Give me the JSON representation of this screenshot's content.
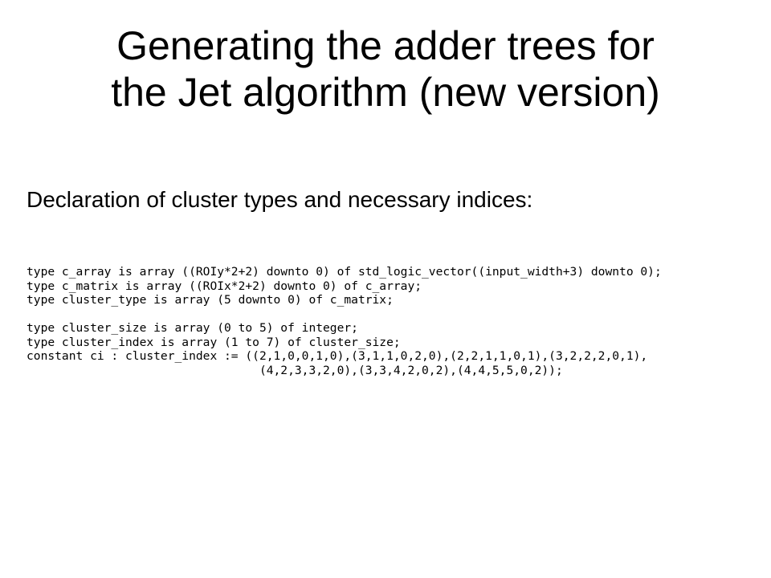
{
  "slide": {
    "title_lines": [
      "Generating the adder trees for",
      "the Jet algorithm (new version)"
    ],
    "subheading": "Declaration of cluster types and necessary indices:",
    "code_lines": [
      "type c_array is array ((ROIy*2+2) downto 0) of std_logic_vector((input_width+3) downto 0);",
      "type c_matrix is array ((ROIx*2+2) downto 0) of c_array;",
      "type cluster_type is array (5 downto 0) of c_matrix;",
      "",
      "type cluster_size is array (0 to 5) of integer;",
      "type cluster_index is array (1 to 7) of cluster_size;",
      "constant ci : cluster_index := ((2,1,0,0,1,0),(3,1,1,0,2,0),(2,2,1,1,0,1),(3,2,2,2,0,1),",
      "                                 (4,2,3,3,2,0),(3,3,4,2,0,2),(4,4,5,5,0,2));"
    ]
  }
}
